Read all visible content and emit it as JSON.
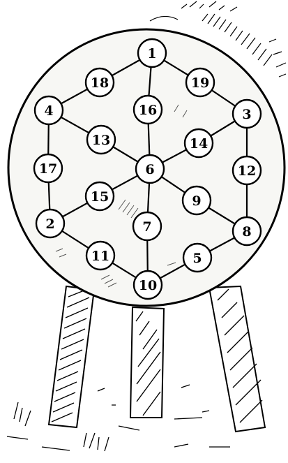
{
  "nodes": [
    {
      "id": "1",
      "label": "1"
    },
    {
      "id": "18",
      "label": "18"
    },
    {
      "id": "19",
      "label": "19"
    },
    {
      "id": "4",
      "label": "4"
    },
    {
      "id": "16",
      "label": "16"
    },
    {
      "id": "3",
      "label": "3"
    },
    {
      "id": "13",
      "label": "13"
    },
    {
      "id": "14",
      "label": "14"
    },
    {
      "id": "17",
      "label": "17"
    },
    {
      "id": "6",
      "label": "6"
    },
    {
      "id": "12",
      "label": "12"
    },
    {
      "id": "15",
      "label": "15"
    },
    {
      "id": "9",
      "label": "9"
    },
    {
      "id": "7",
      "label": "7"
    },
    {
      "id": "2",
      "label": "2"
    },
    {
      "id": "8",
      "label": "8"
    },
    {
      "id": "11",
      "label": "11"
    },
    {
      "id": "5",
      "label": "5"
    },
    {
      "id": "10",
      "label": "10"
    }
  ],
  "edges": [
    [
      "1",
      "18"
    ],
    [
      "18",
      "4"
    ],
    [
      "1",
      "19"
    ],
    [
      "19",
      "3"
    ],
    [
      "4",
      "17"
    ],
    [
      "17",
      "2"
    ],
    [
      "3",
      "12"
    ],
    [
      "12",
      "8"
    ],
    [
      "2",
      "11"
    ],
    [
      "11",
      "10"
    ],
    [
      "10",
      "5"
    ],
    [
      "5",
      "8"
    ],
    [
      "1",
      "16"
    ],
    [
      "16",
      "6"
    ],
    [
      "4",
      "13"
    ],
    [
      "13",
      "6"
    ],
    [
      "3",
      "14"
    ],
    [
      "14",
      "6"
    ],
    [
      "2",
      "15"
    ],
    [
      "15",
      "6"
    ],
    [
      "8",
      "9"
    ],
    [
      "9",
      "6"
    ],
    [
      "10",
      "7"
    ],
    [
      "7",
      "6"
    ]
  ],
  "colors": {
    "ink": "#000000",
    "paper": "#ffffff",
    "disc": "#f7f7f4"
  }
}
